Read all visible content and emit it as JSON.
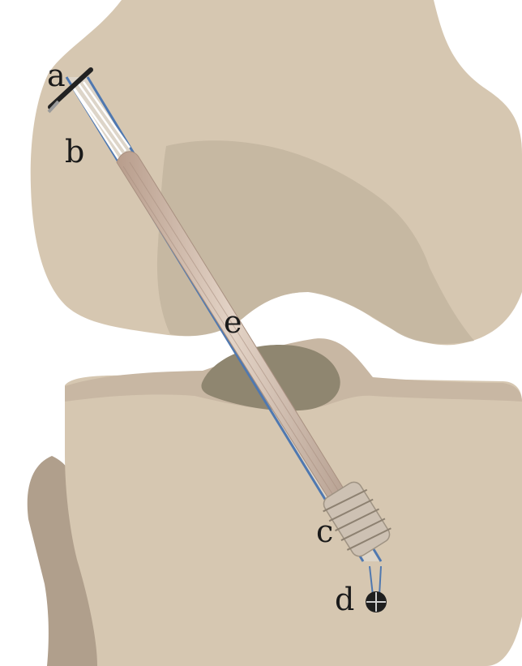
{
  "figure": {
    "labels": {
      "a": "a",
      "b": "b",
      "c": "c",
      "d": "d",
      "e": "e"
    }
  },
  "colors": {
    "background": "#ffffff",
    "bone": "#d6c7b1",
    "bone_shadow": "#c4b6a1",
    "fibula": "#b09f8c",
    "cartilage_rim": "#c8b7a3",
    "meniscus_plateau": "#8f8670",
    "tunnel_outline": "#4f78b0",
    "graft": "#c9b3a4",
    "screw": "#cdc1b3",
    "label_text": "#1a1a1a"
  }
}
